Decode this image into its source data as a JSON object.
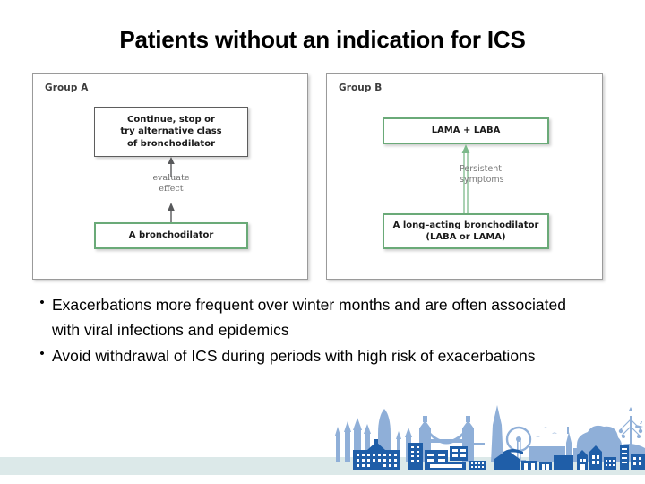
{
  "slide": {
    "title": "Patients without an indication for ICS"
  },
  "figure": {
    "panels": [
      {
        "id": "group-a",
        "label": "Group A",
        "boxes": [
          {
            "id": "a-top",
            "text": "Continue, stop or\ntry alternative class\nof bronchodilator",
            "border": "gray",
            "border_color": "#5d5d5d"
          },
          {
            "id": "a-bottom",
            "text": "A bronchodilator",
            "border": "green",
            "border_color": "#6aaa78"
          }
        ],
        "arrow_label": "evaluate\neffect",
        "arrow_color": "#58595b"
      },
      {
        "id": "group-b",
        "label": "Group B",
        "boxes": [
          {
            "id": "b-top",
            "text": "LAMA + LABA",
            "border": "green",
            "border_color": "#6aaa78"
          },
          {
            "id": "b-bottom",
            "text": "A long–acting bronchodilator\n(LABA or LAMA)",
            "border": "green",
            "border_color": "#6aaa78"
          }
        ],
        "arrow_label": "Persistent\nsymptoms",
        "arrow_color": "#7cb98a"
      }
    ]
  },
  "bullets": {
    "marker": "•",
    "items": [
      "Exacerbations more frequent over winter months and are often associated with viral infections and epidemics",
      "Avoid withdrawal of ICS during periods with high risk of exacerbations"
    ]
  },
  "footer": {
    "band_color": "#dce9e9",
    "skyline_name": "london-skyline-graphic",
    "skyline_color_light": "#8fafd8",
    "skyline_color_dark": "#1f5ea8"
  }
}
